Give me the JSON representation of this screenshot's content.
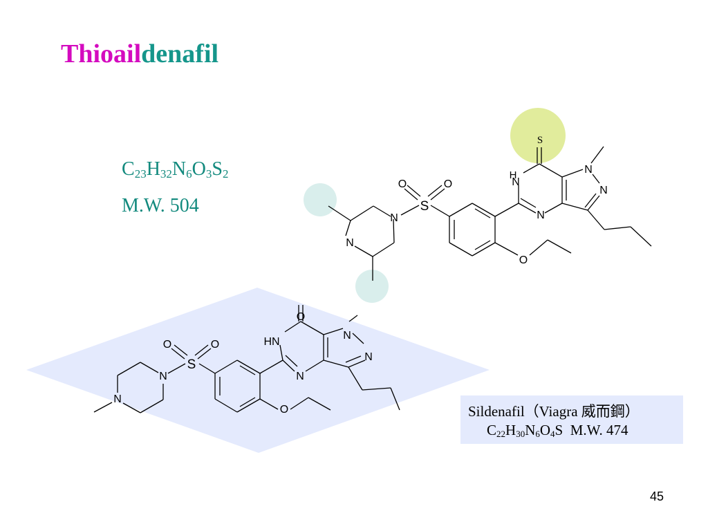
{
  "slide": {
    "title_part1": "Thioail",
    "title_part2": "denafil",
    "page_number": "45"
  },
  "thioaildenafil": {
    "formula": [
      {
        "el": "C",
        "n": "23"
      },
      {
        "el": "H",
        "n": "32"
      },
      {
        "el": "N",
        "n": "6"
      },
      {
        "el": "O",
        "n": "3"
      },
      {
        "el": "S",
        "n": "2"
      }
    ],
    "mw": "M.W. 504"
  },
  "sildenafil": {
    "line1": "Sildenafil（Viagra 威而鋼）",
    "formula": [
      {
        "el": "C",
        "n": "22"
      },
      {
        "el": "H",
        "n": "30"
      },
      {
        "el": "N",
        "n": "6"
      },
      {
        "el": "O",
        "n": "4"
      },
      {
        "el": "S",
        "n": ""
      }
    ],
    "mw": "M.W. 474"
  },
  "atoms": {
    "S": "S",
    "N": "N",
    "O": "O",
    "HN": "HN",
    "H": "H"
  },
  "colors": {
    "title_magenta": "#d40bbf",
    "title_teal": "#15968b",
    "formula_teal": "#138a7e",
    "highlight_yellow": "#e1ec9c",
    "highlight_teal": "#d9eeec",
    "plane_blue": "#e4eafd"
  }
}
